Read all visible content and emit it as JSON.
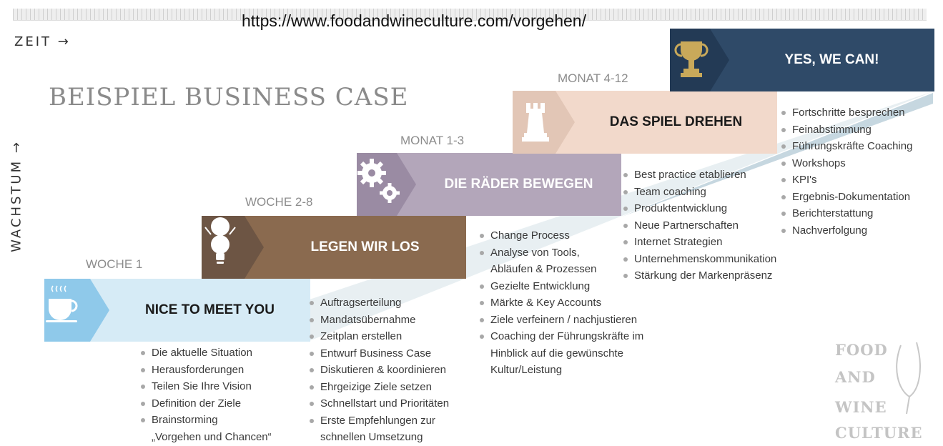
{
  "url": "https://www.foodandwineculture.com/vorgehen/",
  "axis": {
    "x_label": "ZEIT →",
    "y_label": "WACHSTUM →"
  },
  "title": "BEISPIEL BUSINESS CASE",
  "colors": {
    "ramp": "#bcd0da",
    "step1": "#d6ebf6",
    "step1_icon": "#8fc9ea",
    "step2": "#8a6a4f",
    "step2_icon": "#6d5544",
    "step3": "#b3a6ba",
    "step3_icon": "#9a8ba3",
    "step4": "#f2d9cb",
    "step4_icon": "#e2c6b6",
    "step5": "#2f4a68",
    "step5_icon": "#233a55"
  },
  "stages": [
    {
      "period": "WOCHE 1",
      "heading": "NICE TO MEET YOU",
      "icon": "coffee-cup-icon",
      "items": [
        "Die aktuelle Situation",
        "Herausforderungen",
        "Teilen Sie Ihre Vision",
        "Definition der Ziele",
        "Brainstorming",
        "„Vorgehen und Chancen“"
      ]
    },
    {
      "period": "WOCHE 2-8",
      "heading": "LEGEN WIR LOS",
      "icon": "lightbulb-icon",
      "items": [
        "Auftragserteilung",
        "Mandatsübernahme",
        "Zeitplan erstellen",
        "Entwurf Business Case",
        "Diskutieren & koordinieren",
        "Ehrgeizige Ziele setzen",
        "Schnellstart und Prioritäten",
        "Erste Empfehlungen zur",
        "schnellen Umsetzung"
      ]
    },
    {
      "period": "MONAT 1-3",
      "heading": "DIE RÄDER BEWEGEN",
      "icon": "gears-icon",
      "items": [
        "Change Process",
        "Analyse von Tools,",
        "Abläufen & Prozessen",
        "Gezielte Entwicklung",
        "Märkte & Key Accounts",
        "Ziele verfeinern / nachjustieren",
        "Coaching der Führungskräfte im",
        "Hinblick auf die gewünschte",
        "Kultur/Leistung"
      ]
    },
    {
      "period": "MONAT 4-12",
      "heading": "DAS SPIEL DREHEN",
      "icon": "chess-rook-icon",
      "items": [
        "Best practice etablieren",
        "Team coaching",
        "Produktentwicklung",
        "Neue Partnerschaften",
        "Internet Strategien",
        "Unternehmenskommunikation",
        "Stärkung der Markenpräsenz"
      ]
    },
    {
      "period": "",
      "heading": "YES, WE CAN!",
      "icon": "trophy-icon",
      "items": [
        "Fortschritte besprechen",
        "Feinabstimmung",
        "Führungskräfte Coaching",
        "Workshops",
        "KPI's",
        "Ergebnis-Dokumentation",
        "Berichterstattung",
        "Nachverfolgung"
      ]
    }
  ],
  "logo": {
    "lines": [
      "FOOD",
      "AND",
      "WINE",
      "CULTURE"
    ]
  }
}
